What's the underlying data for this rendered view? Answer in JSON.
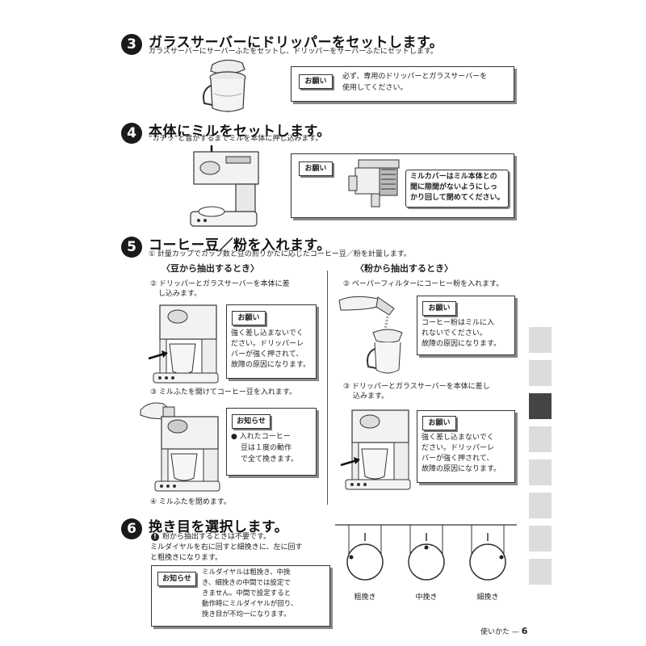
{
  "step3": {
    "num": "3",
    "title": "ガラスサーバーにドリッパーをセットします。",
    "desc": "ガラスサーバーにサーバーふたをセットし、ドリッパーをサーバーふたにセットします。",
    "note_tag": "お願い",
    "note_line1": "必ず、専用のドリッパーとガラスサーバーを",
    "note_line2": "使用してください。"
  },
  "step4": {
    "num": "4",
    "title": "本体にミルをセットします。",
    "desc": "“カチッ”と音がするまでミルを本体に押し込みます。",
    "note_tag": "お願い",
    "note_line1": "ミルカバーはミル本体との",
    "note_line2": "間に隙間がないようにしっ",
    "note_line3": "かり回して閉めてください。"
  },
  "step5": {
    "num": "5",
    "title": "コーヒー豆／粉を入れます。",
    "desc": "① 計量カップでカップ数と豆の煎りかたに応じたコーヒー豆／粉を計量します。",
    "left": {
      "heading": "〈豆から抽出するとき〉",
      "item2_line1": "② ドリッパーとガラスサーバーを本体に差",
      "item2_line2": "し込みます。",
      "note_tag": "お願い",
      "note_lines": [
        "強く差し込まないでく",
        "ださい。ドリッパーレ",
        "バーが強く押されて、",
        "故障の原因になります。"
      ],
      "item3": "③ ミルふたを開けてコーヒー豆を入れます。",
      "info_tag": "お知らせ",
      "info_lines": [
        "● 入れたコーヒー",
        "豆は１度の動作",
        "で全て挽きます。"
      ],
      "item4": "④ ミルふたを閉めます。"
    },
    "right": {
      "heading": "〈粉から抽出するとき〉",
      "item2": "② ペーパーフィルターにコーヒー粉を入れます。",
      "note_tag": "お願い",
      "note_lines": [
        "コーヒー粉はミルに入",
        "れないでください。",
        "故障の原因になります。"
      ],
      "item3_line1": "③ ドリッパーとガラスサーバーを本体に差し",
      "item3_line2": "込みます。",
      "note2_tag": "お願い",
      "note2_lines": [
        "強く差し込まないでく",
        "ださい。ドリッパーレ",
        "バーが強く押されて、",
        "故障の原因になります。"
      ]
    }
  },
  "step6": {
    "num": "6",
    "title": "挽き目を選択します。",
    "warn_icon": "exclamation-circle-icon",
    "desc1": "粉から抽出するときは不要です。",
    "desc2": "ミルダイヤルを右に回すと細挽きに、左に回す",
    "desc3": "と粗挽きになります。",
    "info_tag": "お知らせ",
    "info_lines": [
      "ミルダイヤルは粗挽き、中挽",
      "き、細挽きの中間では設定で",
      "きません。中間で設定すると",
      "動作時にミルダイヤルが回り、",
      "挽き目が不均一になります。"
    ],
    "dials": [
      "粗挽き",
      "中挽き",
      "細挽き"
    ]
  },
  "footer": {
    "section": "使いかた",
    "dash": "—",
    "page": "6"
  },
  "colors": {
    "tab_inactive": "#dcdcdc",
    "tab_active": "#444444",
    "text": "#222222"
  }
}
